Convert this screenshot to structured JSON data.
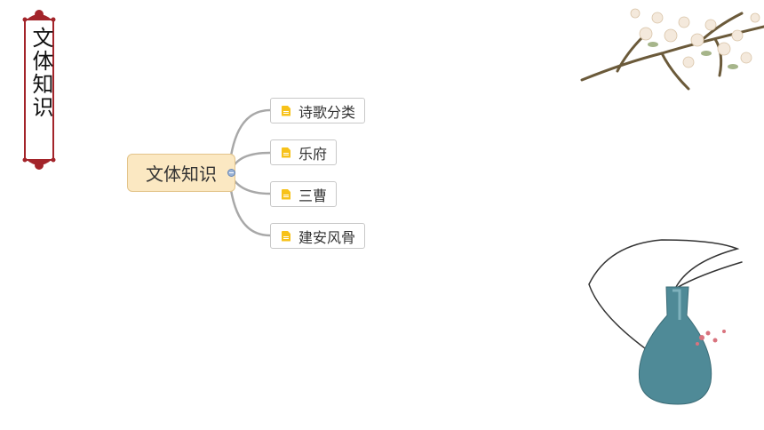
{
  "banner": {
    "title": "文体知识"
  },
  "mindmap": {
    "root": "文体知识",
    "children": [
      {
        "label": "诗歌分类",
        "icon": "document-icon"
      },
      {
        "label": "乐府",
        "icon": "document-icon"
      },
      {
        "label": "三曹",
        "icon": "document-icon"
      },
      {
        "label": "建安风骨",
        "icon": "document-icon"
      }
    ]
  },
  "colors": {
    "banner_frame": "#a3242a",
    "root_fill": "#fbe8c2",
    "connector": "#a8a8a8",
    "icon": "#f7c21a"
  }
}
